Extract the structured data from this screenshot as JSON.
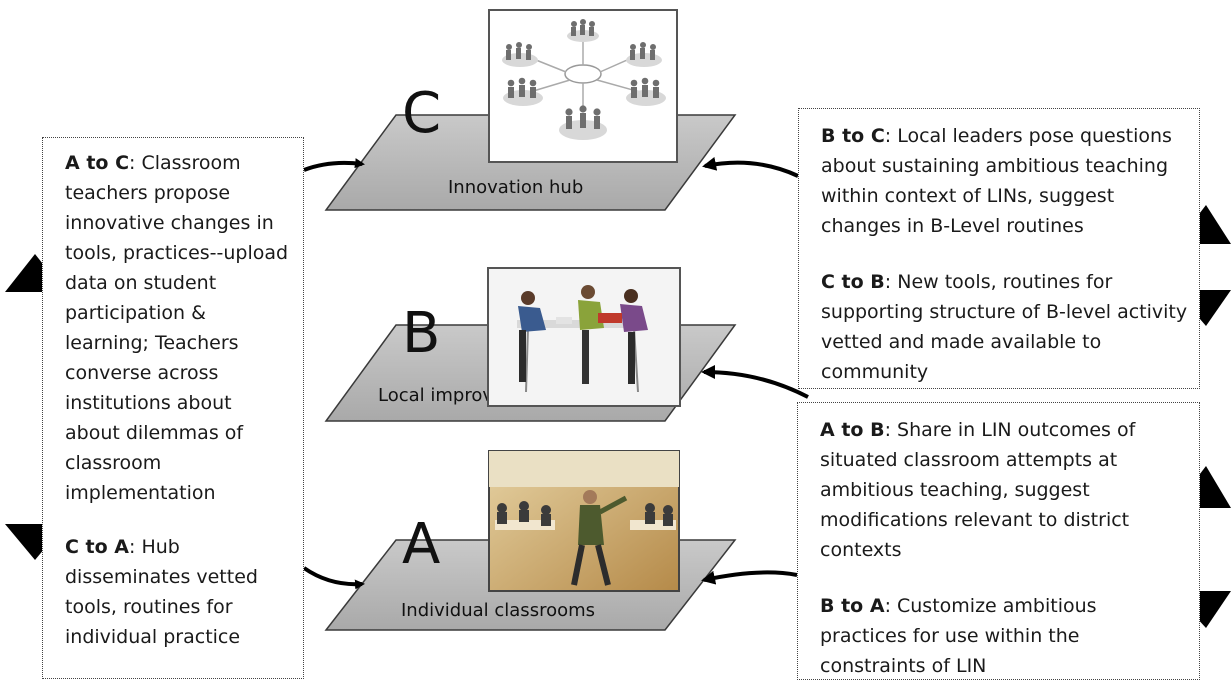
{
  "levels": [
    {
      "letter": "C",
      "name": "Innovation hub",
      "image": "network-groups-illustration"
    },
    {
      "letter": "B",
      "name": "Local improvement networks",
      "image": "team-at-table-photo"
    },
    {
      "letter": "A",
      "name": "Individual classrooms",
      "image": "classroom-photo"
    }
  ],
  "left_box": {
    "a_to_c": {
      "heading": "A to C",
      "text": ": Classroom teachers propose innovative changes in tools, practices--upload data on student participation & learning; Teachers converse across institutions about about dilemmas of classroom implementation"
    },
    "c_to_a": {
      "heading": "C to A",
      "text": ": Hub disseminates vetted tools, routines for individual practice"
    }
  },
  "right_top_box": {
    "b_to_c": {
      "heading": "B to C",
      "text": ": Local leaders pose questions about sustaining ambitious teaching within context of LINs, suggest changes in B-Level routines"
    },
    "c_to_b": {
      "heading": "C to B",
      "text": ": New tools, routines for supporting structure of B-level activity vetted and made available to community"
    }
  },
  "right_bottom_box": {
    "a_to_b": {
      "heading": "A to B",
      "text": ": Share in LIN outcomes of situated classroom attempts at ambitious teaching, suggest modifications relevant to district contexts"
    },
    "b_to_a": {
      "heading": "B to A",
      "text": ": Customize ambitious practices for use within the constraints of LIN"
    }
  },
  "colors": {
    "plane_fill": "#bfbfbf",
    "plane_stroke": "#3a3a3a",
    "arrow": "#000000",
    "box_border": "#444444"
  }
}
